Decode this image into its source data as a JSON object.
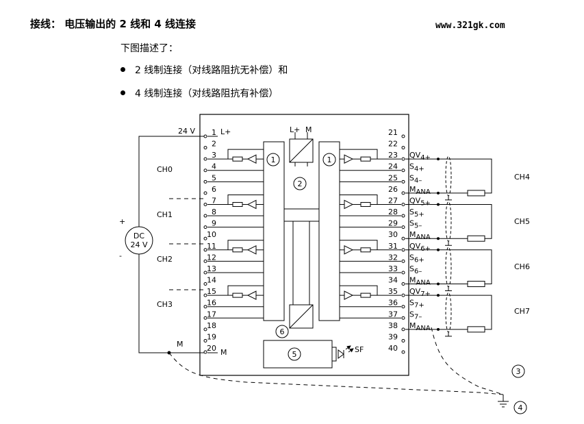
{
  "header": {
    "title": "接线： 电压输出的 2 线和 4 线连接",
    "site": "www.321gk.com",
    "intro": "下图描述了：",
    "bullets": [
      "2 线制连接（对线路阻抗无补偿）和",
      "4 线制连接（对线路阻抗有补偿）"
    ]
  },
  "diagram": {
    "left_pins": [
      "1",
      "2",
      "3",
      "4",
      "5",
      "6",
      "7",
      "8",
      "9",
      "10",
      "11",
      "12",
      "13",
      "14",
      "15",
      "16",
      "17",
      "18",
      "19",
      "20"
    ],
    "right_pins": [
      "21",
      "22",
      "23",
      "24",
      "25",
      "26",
      "27",
      "28",
      "29",
      "30",
      "31",
      "32",
      "33",
      "34",
      "35",
      "36",
      "37",
      "38",
      "39",
      "40"
    ],
    "labels": {
      "v24": "24 V",
      "lplus_pin": "L+",
      "m_pin": "M",
      "m_wire": "M",
      "plus": "+",
      "minus": "-",
      "dc": "DC",
      "dc24": "24 V",
      "lplus_top": "L+",
      "m_top": "M",
      "sf": "SF"
    },
    "left_channels": [
      "CH0",
      "CH1",
      "CH2",
      "CH3"
    ],
    "right_channels": [
      "CH4",
      "CH5",
      "CH6",
      "CH7"
    ],
    "callouts": [
      "1",
      "1",
      "2",
      "3",
      "4",
      "5",
      "6"
    ],
    "signal_labels": [
      {
        "main": "QV",
        "sub": "4+"
      },
      {
        "main": "S",
        "sub": "4+"
      },
      {
        "main": "S",
        "sub": "4–"
      },
      {
        "main": "M",
        "sub": "ANA"
      },
      {
        "main": "QV",
        "sub": "5+"
      },
      {
        "main": "S",
        "sub": "5+"
      },
      {
        "main": "S",
        "sub": "5–"
      },
      {
        "main": "M",
        "sub": "ANA"
      },
      {
        "main": "QV",
        "sub": "6+"
      },
      {
        "main": "S",
        "sub": "6+"
      },
      {
        "main": "S",
        "sub": "6–"
      },
      {
        "main": "M",
        "sub": "ANA"
      },
      {
        "main": "QV",
        "sub": "7+"
      },
      {
        "main": "S",
        "sub": "7+"
      },
      {
        "main": "S",
        "sub": "7–"
      },
      {
        "main": "M",
        "sub": "ANA"
      }
    ]
  }
}
